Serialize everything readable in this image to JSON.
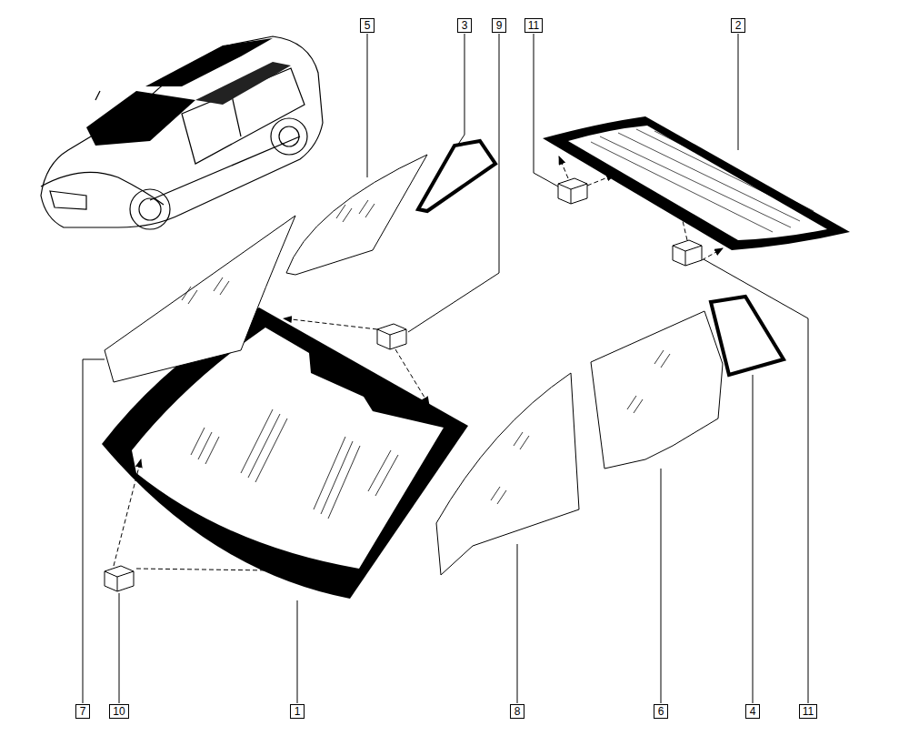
{
  "diagram": {
    "labels": [
      "5",
      "3",
      "9",
      "11",
      "2",
      "7",
      "10",
      "1",
      "8",
      "6",
      "4",
      "11"
    ]
  }
}
